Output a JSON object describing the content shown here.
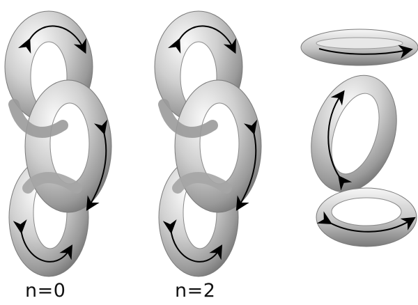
{
  "figure": {
    "panels": [
      {
        "id": "chain-n0",
        "label": "n=0"
      },
      {
        "id": "chain-n2",
        "label": "n=2"
      },
      {
        "id": "separated-rings",
        "label": ""
      }
    ]
  },
  "colors": {
    "ring_light": "#f4f4f4",
    "ring_mid": "#bdbdbd",
    "ring_dark": "#6e6e6e",
    "arrow": "#000000",
    "background": "#ffffff"
  }
}
